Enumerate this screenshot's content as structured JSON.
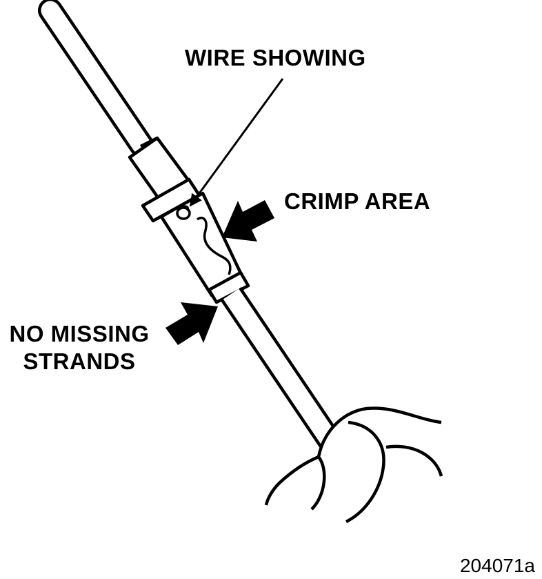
{
  "callouts": {
    "wire_showing": "WIRE SHOWING",
    "crimp_area": "CRIMP AREA",
    "no_missing_strands_line1": "NO MISSING",
    "no_missing_strands_line2": "STRANDS"
  },
  "figure_id": "204071a",
  "colors": {
    "ink": "#000000",
    "paper": "#ffffff"
  }
}
